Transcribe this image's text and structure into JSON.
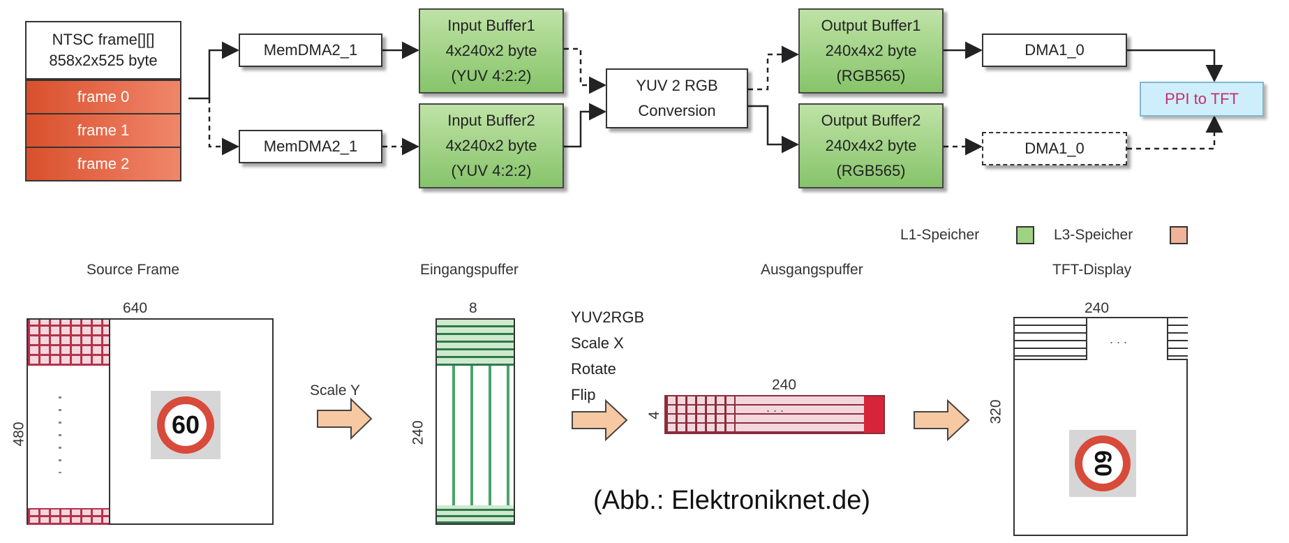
{
  "pipeline": {
    "ntsc": {
      "line1": "NTSC frame[][]",
      "line2": "858x2x525 byte"
    },
    "frames": [
      "frame 0",
      "frame 1",
      "frame 2"
    ],
    "memdma_top": "MemDMA2_1",
    "memdma_bottom": "MemDMA2_1",
    "input1": {
      "line1": "Input Buffer1",
      "line2": "4x240x2 byte",
      "line3": "(YUV 4:2:2)"
    },
    "input2": {
      "line1": "Input Buffer2",
      "line2": "4x240x2 byte",
      "line3": "(YUV 4:2:2)"
    },
    "yuv": {
      "line1": "YUV 2 RGB",
      "line2": "Conversion"
    },
    "output1": {
      "line1": "Output Buffer1",
      "line2": "240x4x2 byte",
      "line3": "(RGB565)"
    },
    "output2": {
      "line1": "Output Buffer2",
      "line2": "240x4x2 byte",
      "line3": "(RGB565)"
    },
    "dma_top": "DMA1_0",
    "dma_bottom": "DMA1_0",
    "ppi": "PPI to TFT"
  },
  "legend": {
    "l1": "L1-Speicher",
    "l3": "L3-Speicher",
    "l1_color": "#9fd384",
    "l3_color": "#f2b199"
  },
  "stages": {
    "source_frame": "Source Frame",
    "eingangspuffer": "Eingangspuffer",
    "ausgangspuffer": "Ausgangspuffer",
    "tft_display": "TFT-Display"
  },
  "dimensions": {
    "source_width": "640",
    "source_height": "480",
    "eing_width": "8",
    "eing_height": "240",
    "ausg_width": "240",
    "ausg_height": "4",
    "tft_width": "240",
    "tft_height": "320",
    "dots": ". . ."
  },
  "operations": {
    "scale_y": "Scale Y",
    "ops": [
      "YUV2RGB",
      "Scale X",
      "Rotate",
      "Flip"
    ]
  },
  "sign": {
    "text": "60"
  },
  "credit": "(Abb.: Elektroniknet.de)",
  "colors": {
    "frame_red": "#e0603c",
    "buffer_green": "#9fd384",
    "arrow_fill": "#f7c9a3"
  }
}
